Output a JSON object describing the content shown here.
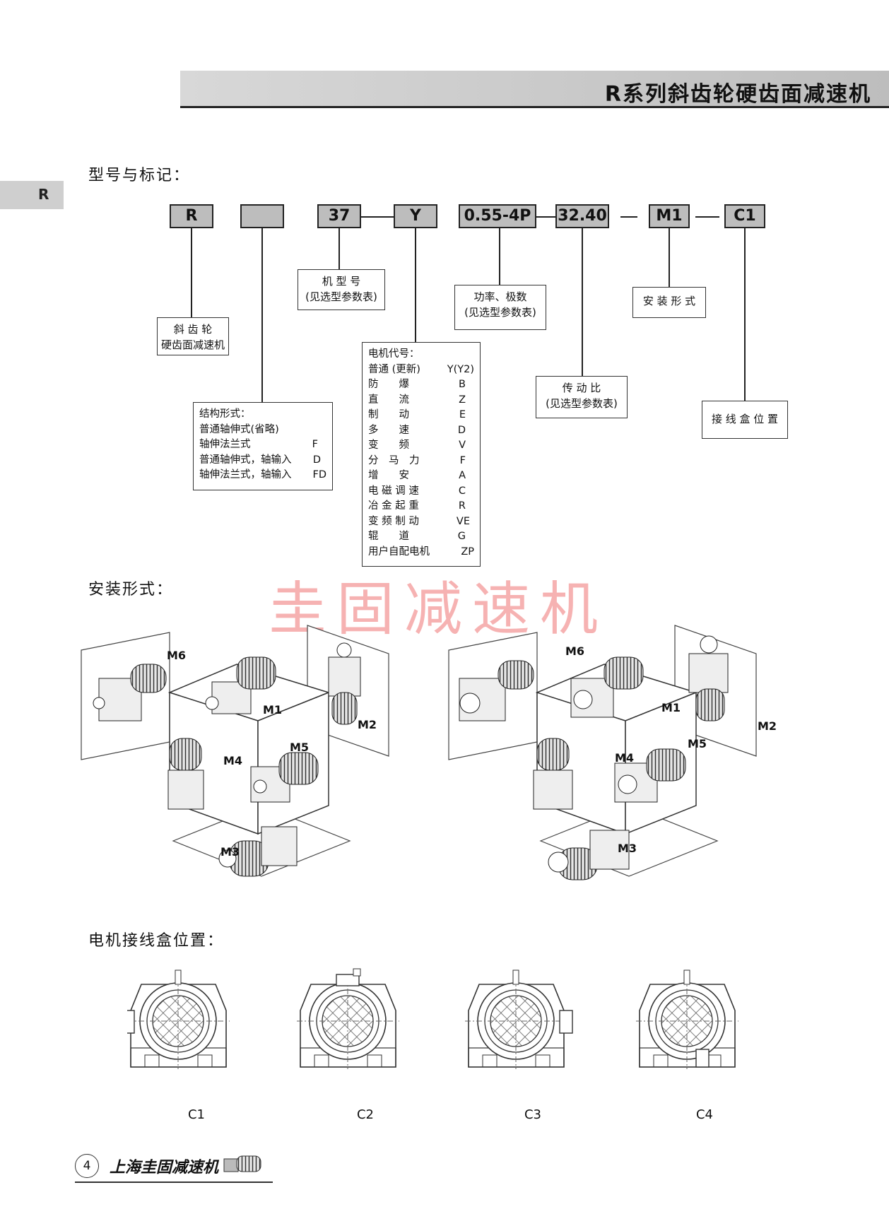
{
  "header": {
    "title": "R系列斜齿轮硬齿面减速机"
  },
  "side_tab": {
    "label": "R"
  },
  "sections": {
    "model": "型号与标记：",
    "mount": "安装形式：",
    "box": "电机接线盒位置："
  },
  "code_boxes": [
    "R",
    "",
    "37",
    "Y",
    "0.55-4P",
    "32.40",
    "M1",
    "C1"
  ],
  "callouts": {
    "helical": [
      "斜 齿 轮",
      "硬齿面减速机"
    ],
    "model_no": [
      "机 型 号",
      "(见选型参数表)"
    ],
    "power": [
      "功率、极数",
      "(见选型参数表)"
    ],
    "ratio": [
      "传 动 比",
      "(见选型参数表)"
    ],
    "mounting": [
      "安 装 形 式"
    ],
    "terminal": [
      "接 线 盒 位 置"
    ]
  },
  "structure": {
    "title": "结构形式：",
    "rows": [
      [
        "普通轴伸式(省略)",
        ""
      ],
      [
        "轴伸法兰式",
        "F"
      ],
      [
        "普通轴伸式，轴输入",
        "D"
      ],
      [
        "轴伸法兰式，轴输入",
        "FD"
      ]
    ]
  },
  "motor": {
    "title": "电机代号：",
    "rows": [
      [
        "普通 (更新)",
        "Y(Y2)"
      ],
      [
        "防　　爆",
        "B"
      ],
      [
        "直　　流",
        "Z"
      ],
      [
        "制　　动",
        "E"
      ],
      [
        "多　　速",
        "D"
      ],
      [
        "变　　频",
        "V"
      ],
      [
        "分　马　力",
        "F"
      ],
      [
        "增　　安",
        "A"
      ],
      [
        "电 磁 调 速",
        "C"
      ],
      [
        "冶 金 起 重",
        "R"
      ],
      [
        "变 频 制 动",
        "VE"
      ],
      [
        "辊　　道",
        "G"
      ],
      [
        "用户自配电机",
        "ZP"
      ]
    ]
  },
  "watermark": "圭固减速机",
  "mount_labels": [
    "M6",
    "M1",
    "M2",
    "M4",
    "M5",
    "M3"
  ],
  "box_positions": [
    "C1",
    "C2",
    "C3",
    "C4"
  ],
  "footer": {
    "page": "4",
    "brand": "上海圭固减速机"
  }
}
